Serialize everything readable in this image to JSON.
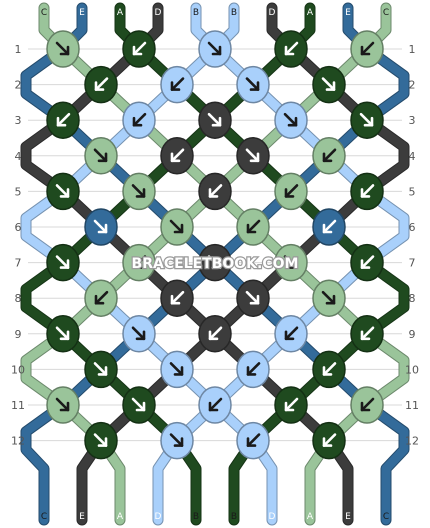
{
  "watermark": "BRACELETBOOK.COM",
  "colors": {
    "A": "#1f4a1f",
    "B": "#a9d0fb",
    "C": "#9ac49a",
    "D": "#3c3c3c",
    "E": "#336b9a"
  },
  "top_labels": [
    "C",
    "E",
    "A",
    "D",
    "B",
    "B",
    "D",
    "A",
    "E",
    "C"
  ],
  "bottom_labels": [
    "C",
    "E",
    "A",
    "D",
    "B",
    "B",
    "D",
    "A",
    "E",
    "C"
  ],
  "row_numbers": [
    "1",
    "2",
    "3",
    "4",
    "5",
    "6",
    "7",
    "8",
    "9",
    "10",
    "11",
    "12"
  ],
  "knots": [
    [
      {
        "c": "C",
        "d": "se"
      },
      {
        "c": "A",
        "d": "sw"
      },
      {
        "c": "B",
        "d": "se"
      },
      {
        "c": "A",
        "d": "sw"
      },
      {
        "c": "C",
        "d": "sw"
      }
    ],
    [
      {
        "c": "A",
        "d": "sw"
      },
      {
        "c": "B",
        "d": "sw"
      },
      {
        "c": "B",
        "d": "se"
      },
      {
        "c": "A",
        "d": "se"
      }
    ],
    [
      {
        "c": "A",
        "d": "sw"
      },
      {
        "c": "B",
        "d": "sw"
      },
      {
        "c": "D",
        "d": "se"
      },
      {
        "c": "B",
        "d": "se"
      },
      {
        "c": "A",
        "d": "se"
      }
    ],
    [
      {
        "c": "C",
        "d": "se"
      },
      {
        "c": "D",
        "d": "sw"
      },
      {
        "c": "D",
        "d": "se"
      },
      {
        "c": "C",
        "d": "sw"
      }
    ],
    [
      {
        "c": "A",
        "d": "se"
      },
      {
        "c": "C",
        "d": "se"
      },
      {
        "c": "D",
        "d": "sw"
      },
      {
        "c": "C",
        "d": "sw"
      },
      {
        "c": "A",
        "d": "sw"
      }
    ],
    [
      {
        "c": "E",
        "d": "se"
      },
      {
        "c": "C",
        "d": "se"
      },
      {
        "c": "C",
        "d": "sw"
      },
      {
        "c": "E",
        "d": "sw"
      }
    ],
    [
      {
        "c": "A",
        "d": "se"
      },
      {
        "c": "C",
        "d": "sw"
      },
      {
        "c": "D",
        "d": "se"
      },
      {
        "c": "C",
        "d": "se"
      },
      {
        "c": "A",
        "d": "sw"
      }
    ],
    [
      {
        "c": "C",
        "d": "sw"
      },
      {
        "c": "D",
        "d": "sw"
      },
      {
        "c": "D",
        "d": "se"
      },
      {
        "c": "C",
        "d": "se"
      }
    ],
    [
      {
        "c": "A",
        "d": "se"
      },
      {
        "c": "B",
        "d": "se"
      },
      {
        "c": "D",
        "d": "sw"
      },
      {
        "c": "B",
        "d": "sw"
      },
      {
        "c": "A",
        "d": "sw"
      }
    ],
    [
      {
        "c": "A",
        "d": "se"
      },
      {
        "c": "B",
        "d": "se"
      },
      {
        "c": "B",
        "d": "sw"
      },
      {
        "c": "A",
        "d": "sw"
      }
    ],
    [
      {
        "c": "C",
        "d": "se"
      },
      {
        "c": "A",
        "d": "se"
      },
      {
        "c": "B",
        "d": "sw"
      },
      {
        "c": "A",
        "d": "sw"
      },
      {
        "c": "C",
        "d": "sw"
      }
    ],
    [
      {
        "c": "A",
        "d": "se"
      },
      {
        "c": "B",
        "d": "se"
      },
      {
        "c": "B",
        "d": "sw"
      },
      {
        "c": "A",
        "d": "sw"
      }
    ]
  ]
}
